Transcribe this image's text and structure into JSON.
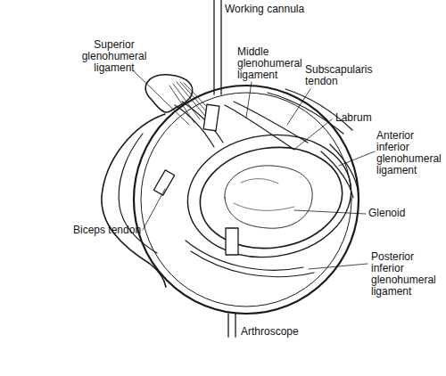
{
  "diagram": {
    "labels": [
      "Working cannula",
      "Superior glenohumeral ligament",
      "Middle glenohumeral ligament",
      "Subscapularis tendon",
      "Labrum",
      "Anterior inferior glenohumeral ligament",
      "Glenoid",
      "Biceps tendon",
      "Posterior inferior glenohumeral ligament",
      "Arthroscope"
    ]
  }
}
